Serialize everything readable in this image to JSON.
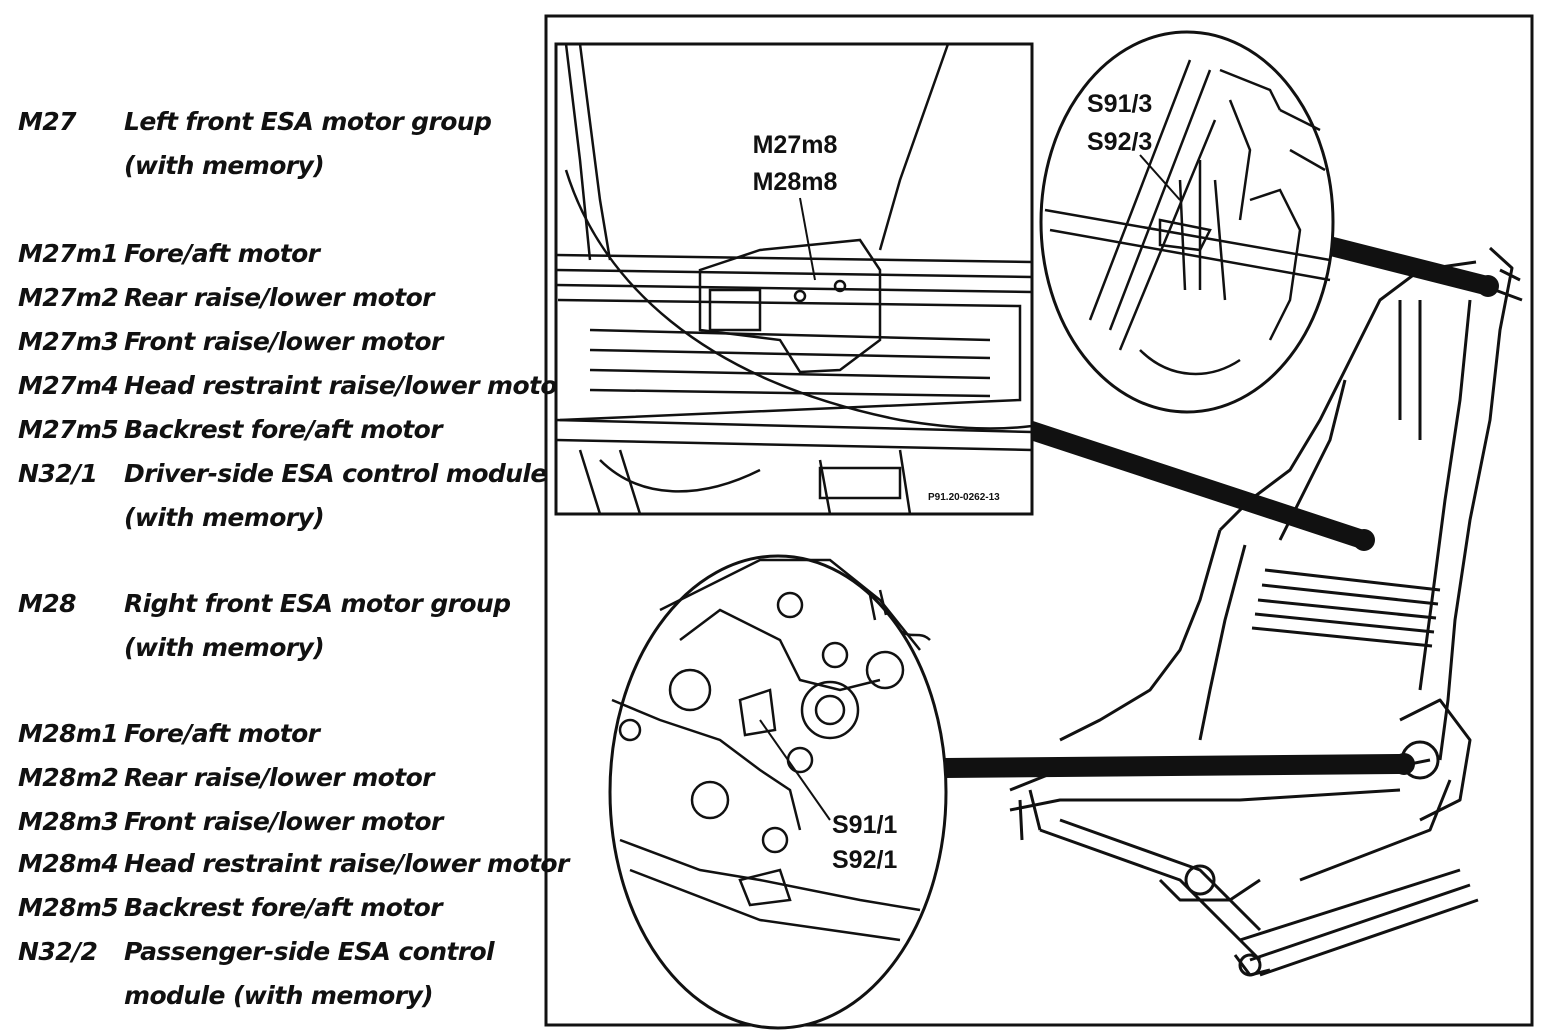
{
  "legend": [
    {
      "code": "M27",
      "lines": [
        "Left front ESA motor group",
        "(with memory)"
      ]
    },
    {
      "code": "M27m1",
      "lines": [
        "Fore/aft motor"
      ]
    },
    {
      "code": "M27m2",
      "lines": [
        "Rear raise/lower motor"
      ]
    },
    {
      "code": "M27m3",
      "lines": [
        "Front raise/lower motor"
      ]
    },
    {
      "code": "M27m4",
      "lines": [
        "Head restraint raise/lower motor"
      ]
    },
    {
      "code": "M27m5",
      "lines": [
        "Backrest fore/aft motor"
      ]
    },
    {
      "code": "N32/1",
      "lines": [
        "Driver-side ESA control module",
        "(with memory)"
      ]
    },
    {
      "code": "M28",
      "lines": [
        "Right front ESA motor group",
        "(with memory)"
      ]
    },
    {
      "code": "M28m1",
      "lines": [
        "Fore/aft motor"
      ]
    },
    {
      "code": "M28m2",
      "lines": [
        "Rear raise/lower motor"
      ]
    },
    {
      "code": "M28m3",
      "lines": [
        "Front raise/lower motor"
      ]
    },
    {
      "code": "M28m4",
      "lines": [
        "Head restraint raise/lower motor"
      ]
    },
    {
      "code": "M28m5",
      "lines": [
        "Backrest fore/aft motor"
      ]
    },
    {
      "code": "N32/2",
      "lines": [
        "Passenger-side ESA control",
        "module (with memory)"
      ]
    }
  ],
  "callouts": {
    "m27m8": "M27m8",
    "m28m8": "M28m8",
    "s91_3": "S91/3",
    "s92_3": "S92/3",
    "s91_1": "S91/1",
    "s92_1": "S92/1"
  },
  "part_number": "P91.20-0262-13"
}
